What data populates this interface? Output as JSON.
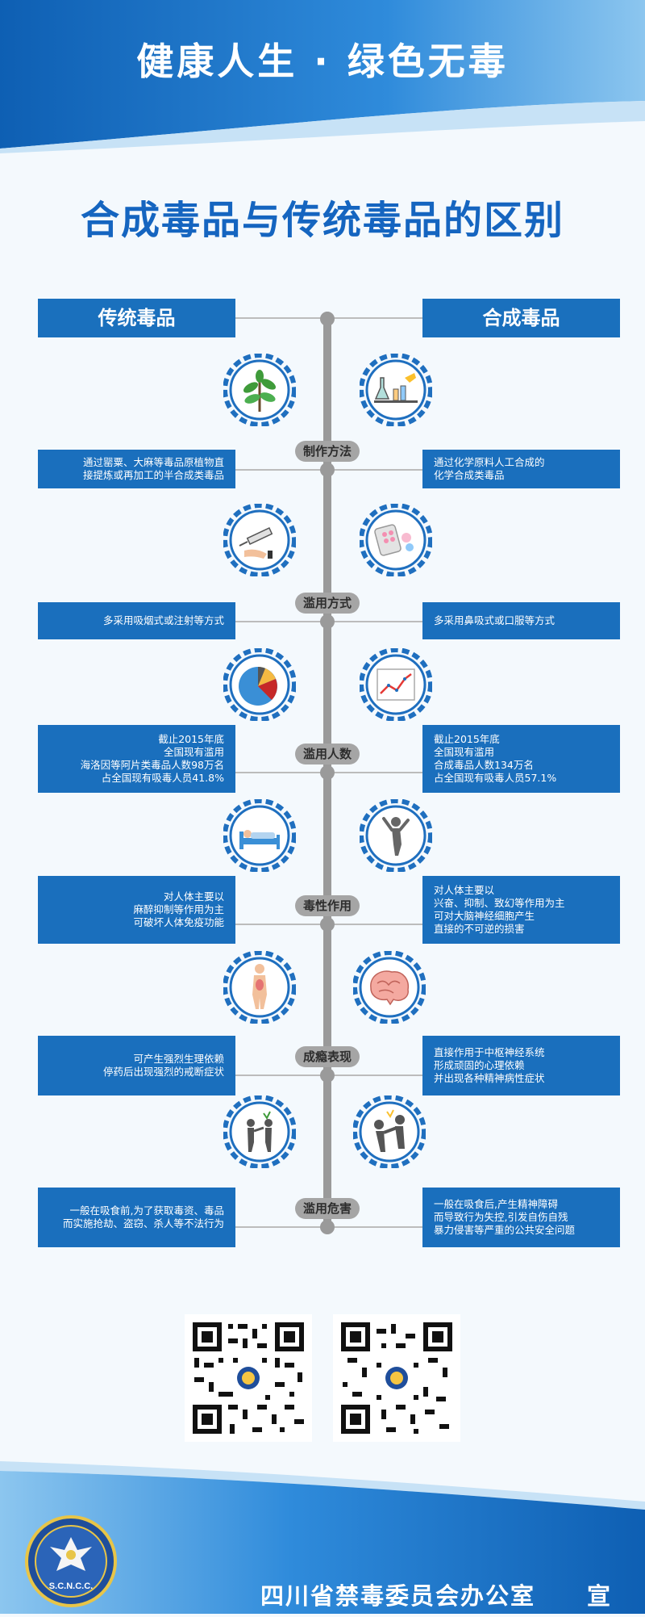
{
  "header": {
    "title": "健康人生 · 绿色无毒"
  },
  "main_title": "合成毒品与传统毒品的区别",
  "columns": {
    "left": "传统毒品",
    "right": "合成毒品"
  },
  "rows": [
    {
      "category": "制作方法",
      "left": [
        "通过罂粟、大麻等毒品原植物直",
        "接提炼或再加工的半合成类毒品"
      ],
      "right": [
        "通过化学原料人工合成的",
        "化学合成类毒品"
      ],
      "left_icon": "plant-icon",
      "right_icon": "lab-equipment-icon"
    },
    {
      "category": "滥用方式",
      "left": [
        "多采用吸烟式或注射等方式"
      ],
      "right": [
        "多采用鼻吸式或口服等方式"
      ],
      "left_icon": "syringe-icon",
      "right_icon": "pills-icon"
    },
    {
      "category": "滥用人数",
      "left": [
        "截止2015年底",
        "全国现有滥用",
        "海洛因等阿片类毒品人数98万名",
        "占全国现有吸毒人员41.8%"
      ],
      "right": [
        "截止2015年底",
        "全国现有滥用",
        "合成毒品人数134万名",
        "占全国现有吸毒人员57.1%"
      ],
      "left_icon": "pie-chart-icon",
      "right_icon": "line-chart-icon"
    },
    {
      "category": "毒性作用",
      "left": [
        "对人体主要以",
        "麻醉抑制等作用为主",
        "可破坏人体免疫功能"
      ],
      "right": [
        "对人体主要以",
        "兴奋、抑制、致幻等作用为主",
        "可对大脑神经细胞产生",
        "直接的不可逆的损害"
      ],
      "left_icon": "hospital-bed-icon",
      "right_icon": "agitated-person-icon"
    },
    {
      "category": "成瘾表现",
      "left": [
        "可产生强烈生理依赖",
        "停药后出现强烈的戒断症状"
      ],
      "right": [
        "直接作用于中枢神经系统",
        "形成顽固的心理依赖",
        "并出现各种精神病性症状"
      ],
      "left_icon": "human-body-icon",
      "right_icon": "brain-icon"
    },
    {
      "category": "滥用危害",
      "left": [
        "一般在吸食前,为了获取毒资、毒品",
        "而实施抢劫、盗窃、杀人等不法行为"
      ],
      "right": [
        "一般在吸食后,产生精神障碍",
        "而导致行为失控,引发自伤自残",
        "暴力侵害等严重的公共安全问题"
      ],
      "left_icon": "robbery-icon",
      "right_icon": "violence-icon"
    }
  ],
  "footer": {
    "org": "四川省禁毒委员会办公室",
    "xuan": "宣",
    "emblem_text": "S.C.N.C.C."
  },
  "colors": {
    "primary_blue": "#1a70bd",
    "title_blue": "#1565c0",
    "gear_blue": "#1f6fbf",
    "timeline_gray": "#9a9a9a",
    "pill_gray": "#a5a5a5"
  }
}
